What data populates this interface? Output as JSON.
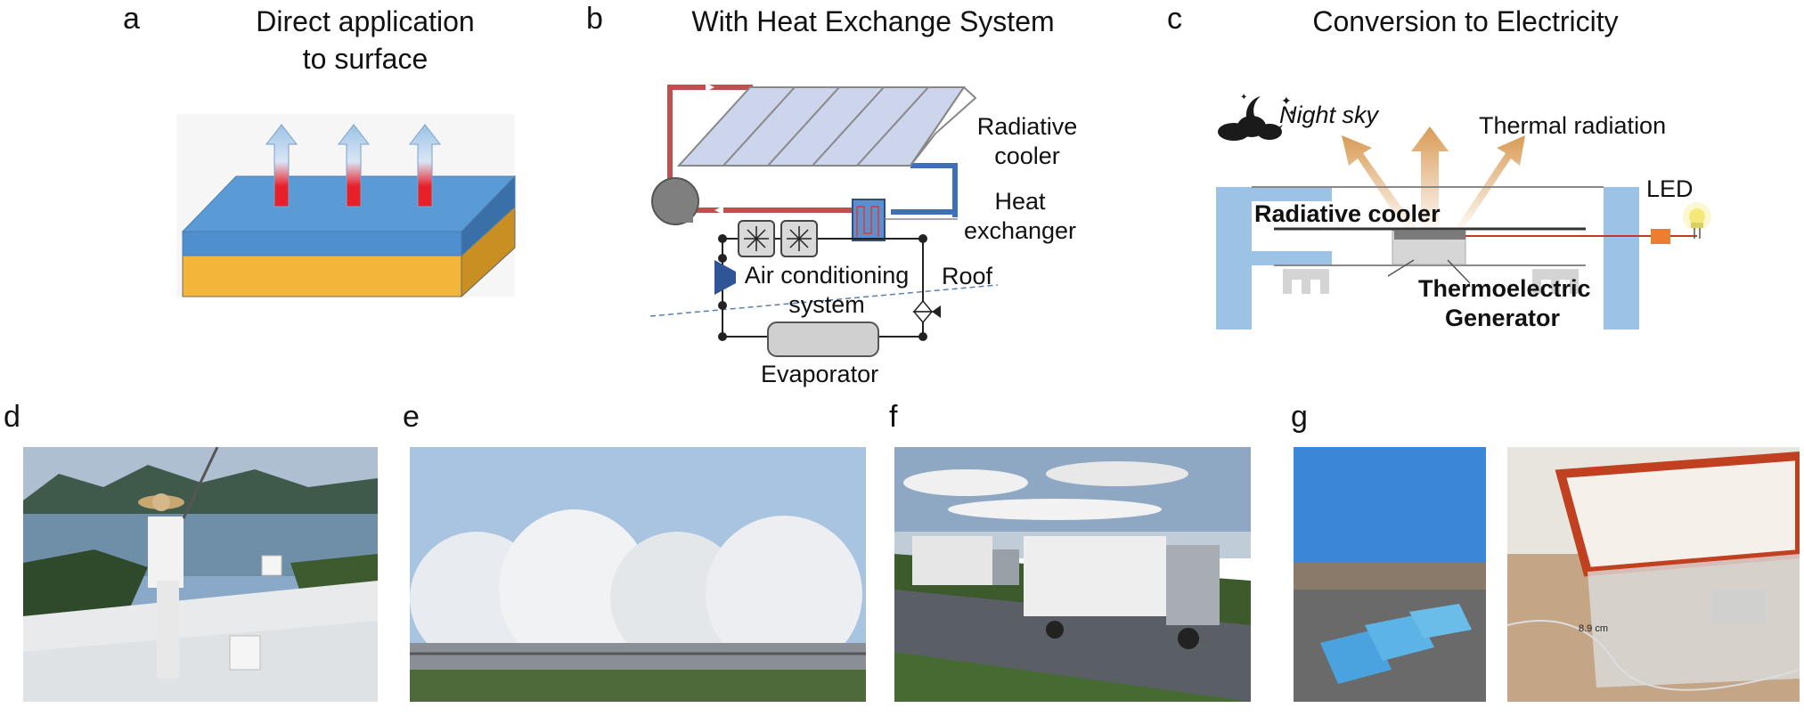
{
  "panels": {
    "a": {
      "label": "a",
      "title_line1": "Direct application",
      "title_line2": "to surface"
    },
    "b": {
      "label": "b",
      "title": "With Heat Exchange System",
      "radiative_cooler": [
        "Radiative",
        "cooler"
      ],
      "heat_exchanger": [
        "Heat",
        "exchanger"
      ],
      "air_conditioning": [
        "Air conditioning",
        "system"
      ],
      "roof": "Roof",
      "evaporator": "Evaporator"
    },
    "c": {
      "label": "c",
      "title": "Conversion to Electricity",
      "night_sky": "Night sky",
      "thermal_radiation": "Thermal radiation",
      "led": "LED",
      "radiative_cooler": "Radiative cooler",
      "teg": [
        "Thermoelectric",
        "Generator"
      ]
    },
    "d": {
      "label": "d"
    },
    "e": {
      "label": "e"
    },
    "f": {
      "label": "f"
    },
    "g": {
      "label": "g",
      "dimension": "8.9 cm"
    }
  },
  "colors": {
    "top_layer": "#5b9bd5",
    "bottom_layer": "#f4b63a",
    "hot_red": "#e8202a",
    "pipe_red": "#c0504d",
    "pipe_blue": "#3f6fb5",
    "frame_blue": "#9cc3e6",
    "radiation": "#d9a66b",
    "led_orange": "#ed7d31"
  }
}
